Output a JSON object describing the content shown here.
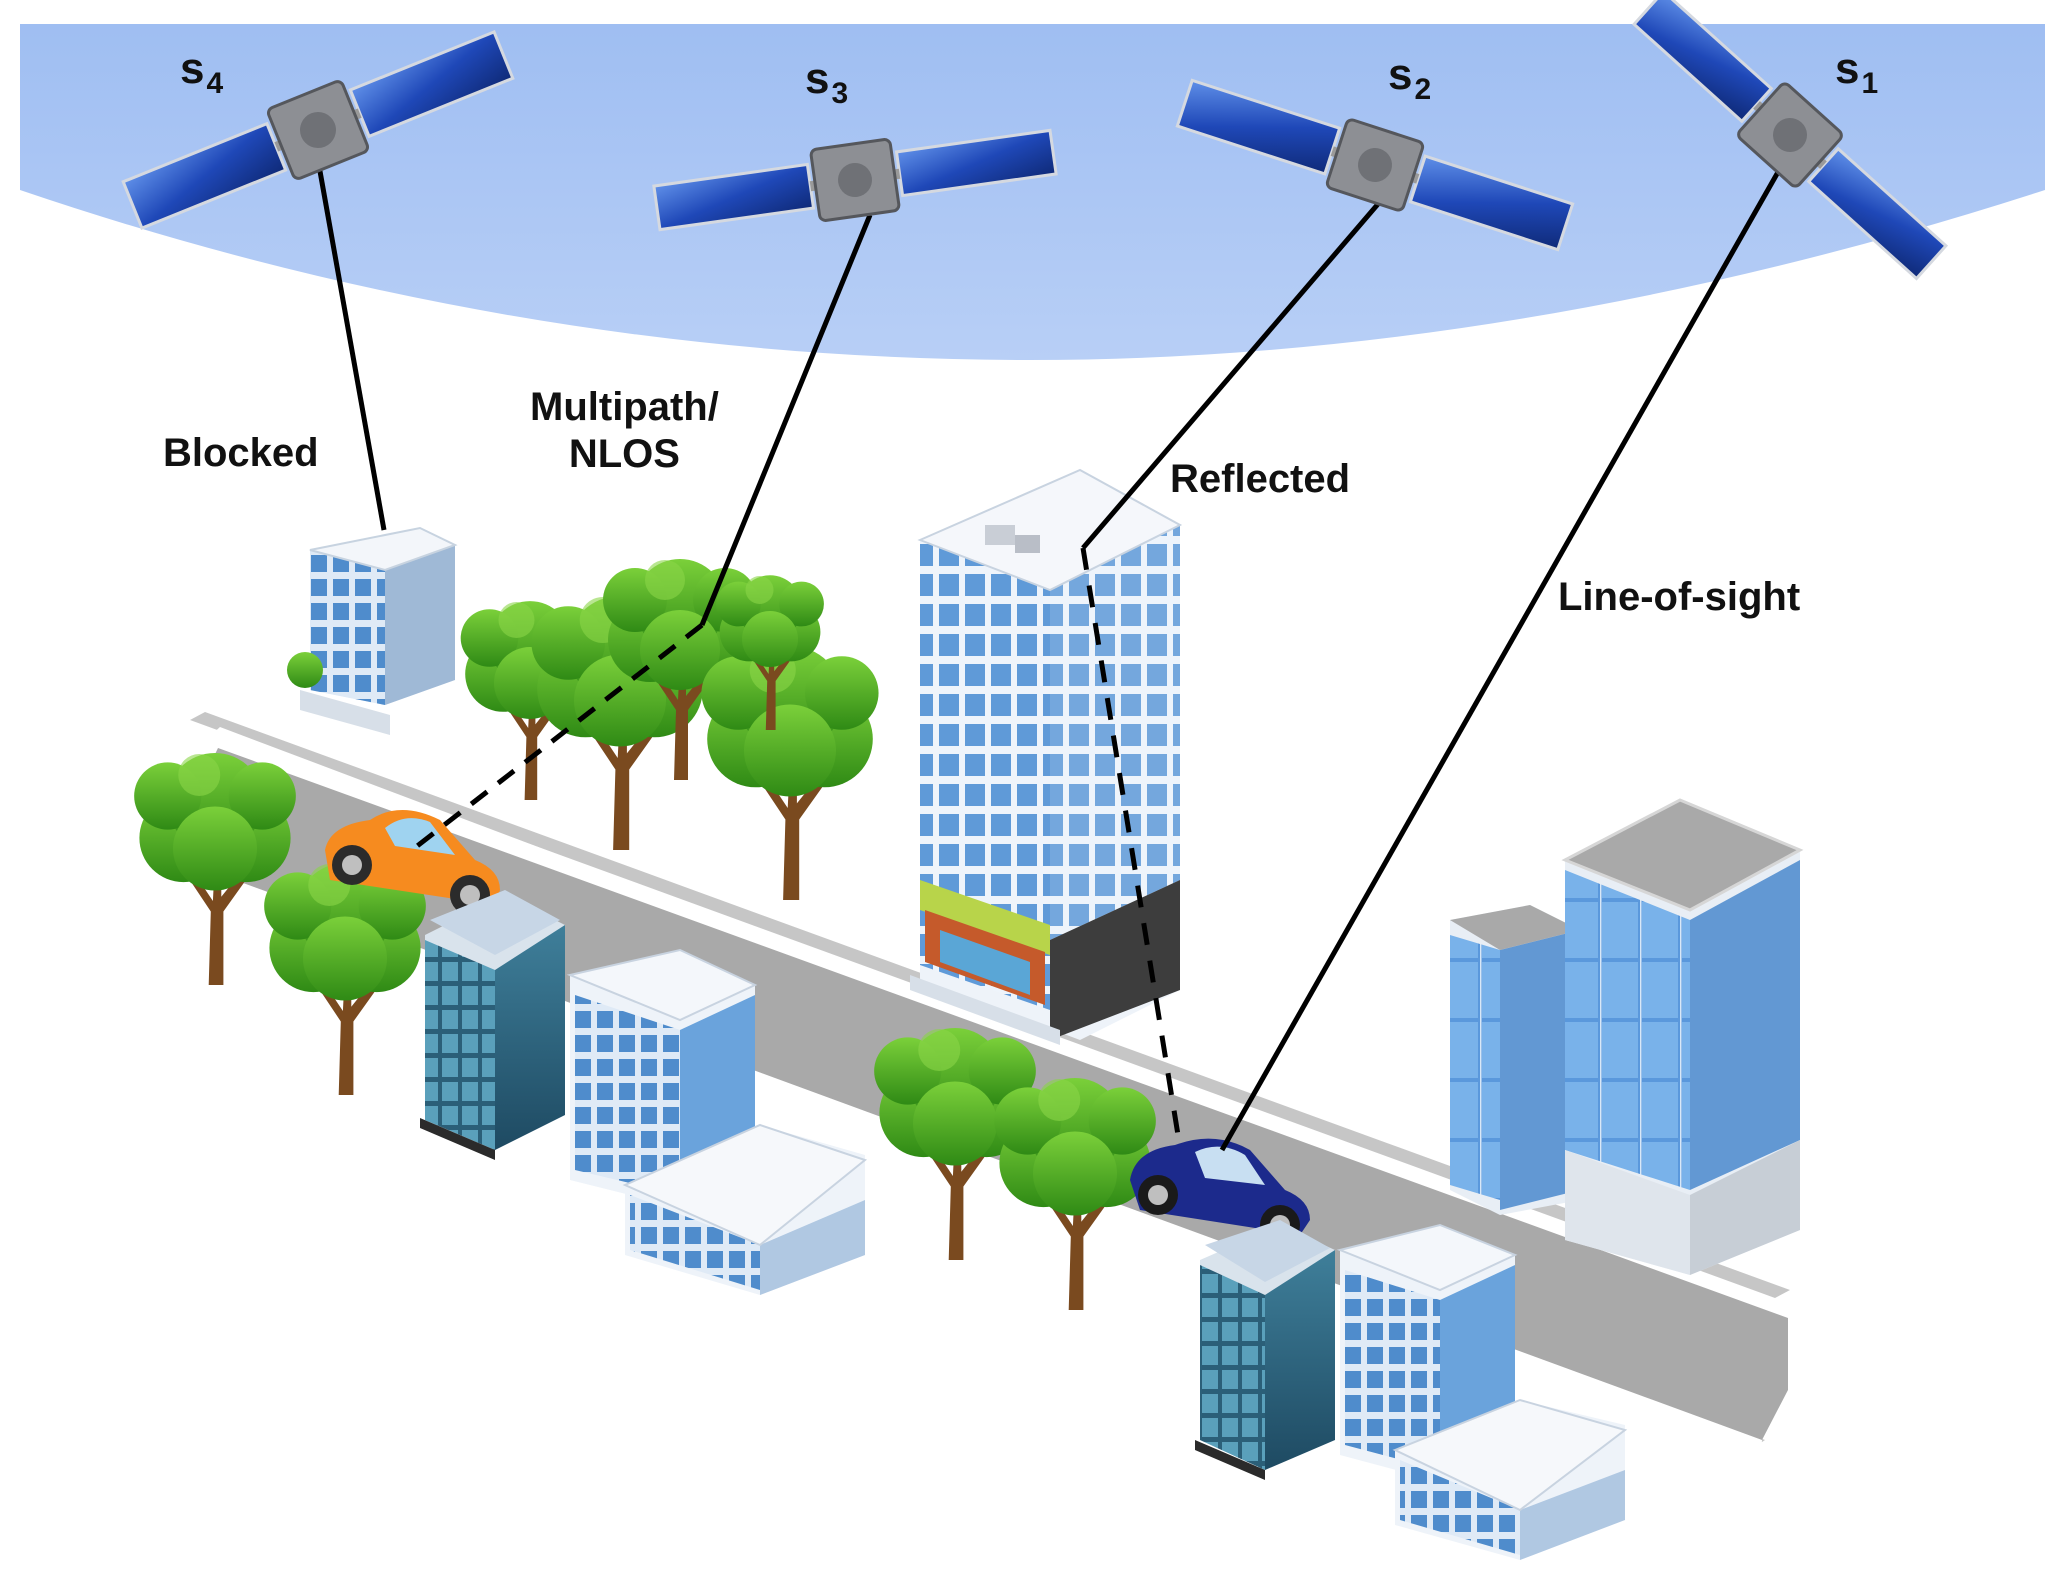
{
  "satellites": [
    {
      "letter": "s",
      "index": "4"
    },
    {
      "letter": "s",
      "index": "3"
    },
    {
      "letter": "s",
      "index": "2"
    },
    {
      "letter": "s",
      "index": "1"
    }
  ],
  "labels": {
    "blocked": "Blocked",
    "multipath_line1": "Multipath/",
    "multipath_line2": "NLOS",
    "reflected": "Reflected",
    "line_of_sight": "Line-of-sight"
  },
  "colors": {
    "sky": "#a9c4f3",
    "road": "#a9a9a9",
    "tree": "#45a81d",
    "orange_car": "#f68b1f",
    "blue_car": "#1c2a8c",
    "signal_path": "#000000"
  }
}
